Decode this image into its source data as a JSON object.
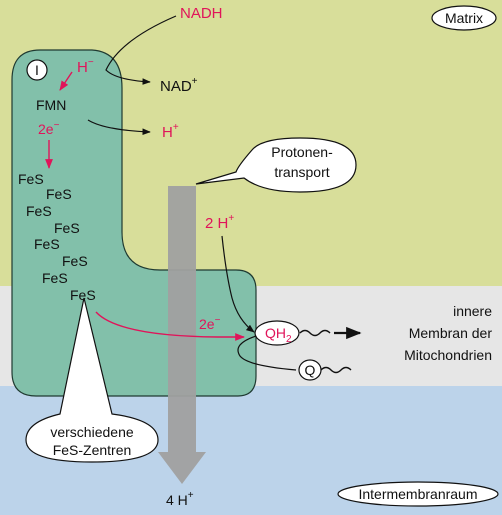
{
  "regions": {
    "matrix": "Matrix",
    "intermembrane": "Intermembranraum",
    "membrane_line1": "innere",
    "membrane_line2": "Membran der",
    "membrane_line3": "Mitochondrien"
  },
  "complex": {
    "roman": "I",
    "fmn": "FMN",
    "fes_clusters": [
      "FeS",
      "FeS",
      "FeS",
      "FeS",
      "FeS",
      "FeS",
      "FeS",
      "FeS"
    ]
  },
  "reaction": {
    "nadh": "NADH",
    "nad_plus_base": "NAD",
    "nad_plus_sup": "+",
    "hydride_base": "H",
    "hydride_sup": "−",
    "electrons_top_base": "2e",
    "electrons_top_sup": "−",
    "proton_base": "H",
    "proton_sup": "+",
    "two_h_plus_base": "2 H",
    "two_h_plus_sup": "+",
    "electrons_bottom_base": "2e",
    "electrons_bottom_sup": "−",
    "four_h_plus_base": "4 H",
    "four_h_plus_sup": "+"
  },
  "quinone": {
    "qh2_base": "QH",
    "qh2_sub": "2",
    "q": "Q"
  },
  "callouts": {
    "proton_transport_line1": "Protonen-",
    "proton_transport_line2": "transport",
    "fes_centers_line1": "verschiedene",
    "fes_centers_line2": "FeS-Zentren"
  },
  "colors": {
    "matrix": "#d8de9a",
    "membrane": "#e6e6e6",
    "intermembrane": "#bcd3ea",
    "complex_fill": "#82c0aa",
    "accent_red": "#e0145a",
    "arrow_gray": "#a0a0a0"
  }
}
